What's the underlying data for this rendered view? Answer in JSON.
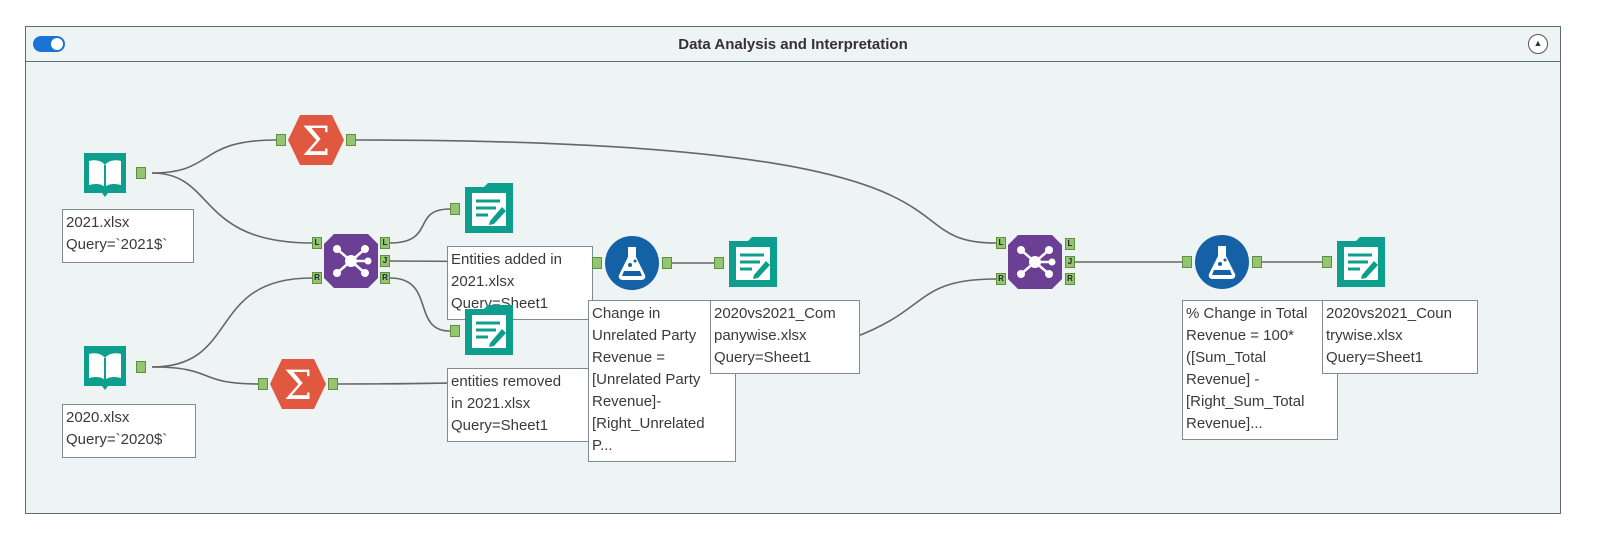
{
  "container": {
    "title": "Data Analysis and Interpretation",
    "toggle_state": "on",
    "collapse_glyph": "▲"
  },
  "tools": {
    "input_2021": {
      "annotation": "2021.xlsx\nQuery=`2021$`"
    },
    "input_2020": {
      "annotation": "2020.xlsx\nQuery=`2020$`"
    },
    "output_added": {
      "annotation": "Entities added in\n2021.xlsx\nQuery=Sheet1"
    },
    "output_removed": {
      "annotation": "entities removed\nin 2021.xlsx\nQuery=Sheet1"
    },
    "formula_1": {
      "annotation": "Change in\nUnrelated Party\nRevenue =\n[Unrelated Party\nRevenue]-\n[Right_Unrelated\nP..."
    },
    "output_companywise": {
      "annotation": "2020vs2021_Com\npanywise.xlsx\nQuery=Sheet1"
    },
    "formula_2": {
      "annotation": "% Change in Total\nRevenue = 100*\n([Sum_Total\nRevenue] -\n[Right_Sum_Total\nRevenue]..."
    },
    "output_countrywise": {
      "annotation": "2020vs2021_Coun\ntrywise.xlsx\nQuery=Sheet1"
    }
  },
  "anchors": {
    "left": "L",
    "right": "R",
    "join": "J"
  },
  "colors": {
    "input": "#0e9e8e",
    "summarize": "#e0583f",
    "join": "#6b3f93",
    "formula": "#1461a6",
    "output": "#0e9e8e",
    "anchor": "#93c572",
    "connector": "#555555"
  },
  "icons": {
    "input": "book-icon",
    "summarize": "sigma-icon",
    "join": "join-icon",
    "formula": "flask-icon",
    "output": "document-icon"
  }
}
